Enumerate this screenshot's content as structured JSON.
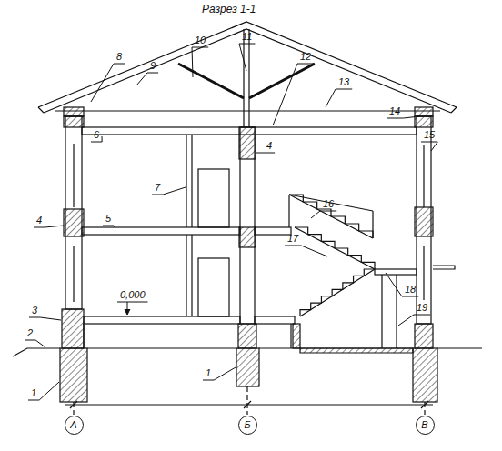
{
  "diagram": {
    "title": "Разрез 1-1",
    "nodes": [
      {
        "text": [
          "А"
        ]
      },
      {
        "text": [
          "Б"
        ]
      },
      {
        "text": [
          "В"
        ]
      }
    ],
    "labels": [
      "10",
      "11",
      "12",
      "8",
      "9",
      "13",
      "14",
      "15",
      "6",
      "4",
      "7",
      "4",
      "5",
      "16",
      "17",
      "18",
      "19",
      "3",
      "0,000",
      "2",
      "1",
      "1"
    ]
  }
}
